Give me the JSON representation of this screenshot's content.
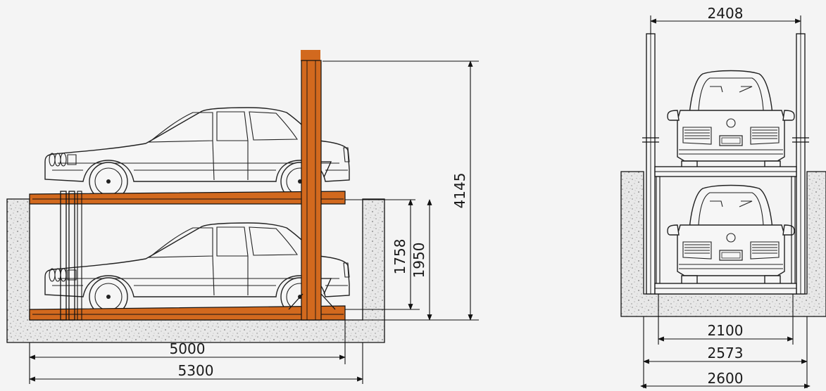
{
  "colors": {
    "background": "#f4f4f4",
    "steel": "#d2691e",
    "concrete": "#e6e6e6",
    "line": "#111111"
  },
  "side_view": {
    "dims": {
      "total_height": "4145",
      "pit_depth_a": "1758",
      "pit_depth_b": "1950",
      "platform_length": "5000",
      "pit_length": "5300"
    }
  },
  "front_view": {
    "dims": {
      "top_width": "2408",
      "inner_width": "2100",
      "outer_width": "2573",
      "pit_width": "2600"
    }
  }
}
